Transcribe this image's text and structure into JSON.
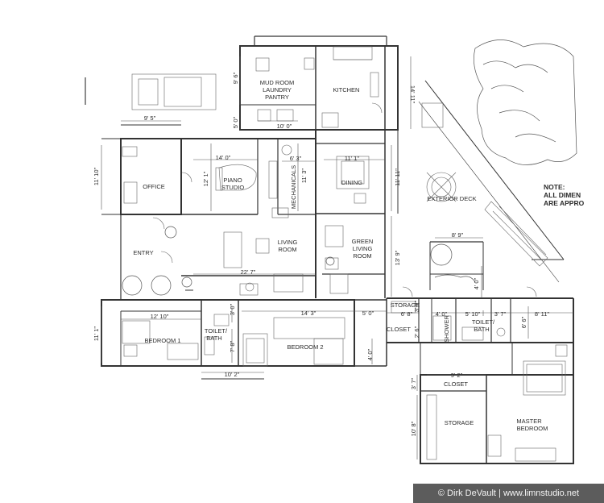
{
  "rooms": {
    "mud_room": [
      "MUD ROOM",
      "LAUNDRY",
      "PANTRY"
    ],
    "kitchen": "KITCHEN",
    "office": "OFFICE",
    "piano_studio": [
      "PIANO",
      "STUDIO"
    ],
    "mechanicals": "MECHANICALS",
    "dining": "DINING",
    "exterior_deck": "EXTERIOR DECK",
    "entry": "ENTRY",
    "living_room": [
      "LIVING",
      "ROOM"
    ],
    "green_living_room": [
      "GREEN",
      "LIVING",
      "ROOM"
    ],
    "storage_top": "STORAGE",
    "closet_mid": "CLOSET",
    "shower": "SHOWER",
    "toilet_bath_1": [
      "TOILET/",
      "BATH"
    ],
    "toilet_bath_2": [
      "TOILET/",
      "BATH"
    ],
    "bedroom_1": "BEDROOM 1",
    "bedroom_2": "BEDROOM 2",
    "closet_lower": "CLOSET",
    "storage_lower": "STORAGE",
    "master_bedroom": [
      "MASTER",
      "BEDROOM"
    ]
  },
  "dimensions": {
    "mud_height": "9' 6\"",
    "mud_lower": "5' 0\"",
    "mud_width": "10' 0\"",
    "kitchen_side": "14' 11\"",
    "office_width": "9' 5\"",
    "office_height": "11' 10\"",
    "piano_width": "14' 0\"",
    "piano_height": "12' 1\"",
    "mech_width": "6' 3\"",
    "mech_height": "11' 3\"",
    "dining_width": "11' 1\"",
    "dining_height": "11' 11\"",
    "deck_width": "8' 9\"",
    "green_height": "13' 9\"",
    "deck_drop": "4' 0\"",
    "living_width": "22' 7\"",
    "bedroom1_width": "12' 10\"",
    "bedroom1_height": "11' 1\"",
    "bath1_top": "3' 0\"",
    "bath1_height": "7' 8\"",
    "bath1_width": "10' 2\"",
    "bedroom2_width": "14' 3\"",
    "hall_width": "5' 0\"",
    "hall_drop": "4' 0\"",
    "storage_height": "3' 7\"",
    "storage_width": "6' 8\"",
    "closet_height": "2' 6\"",
    "shower_width": "4' 0\"",
    "bath2_width": "5' 10\"",
    "bath2_side": "3' 7\"",
    "east_width": "8' 11\"",
    "east_height": "6' 6\"",
    "closet_low_width": "9' 2\"",
    "closet_low_height": "3' 7\"",
    "storage_low_height": "10' 8\""
  },
  "note": [
    "NOTE:",
    "ALL DIMEN",
    "ARE APPRO"
  ],
  "credit": "© Dirk DeVault | www.limnstudio.net"
}
